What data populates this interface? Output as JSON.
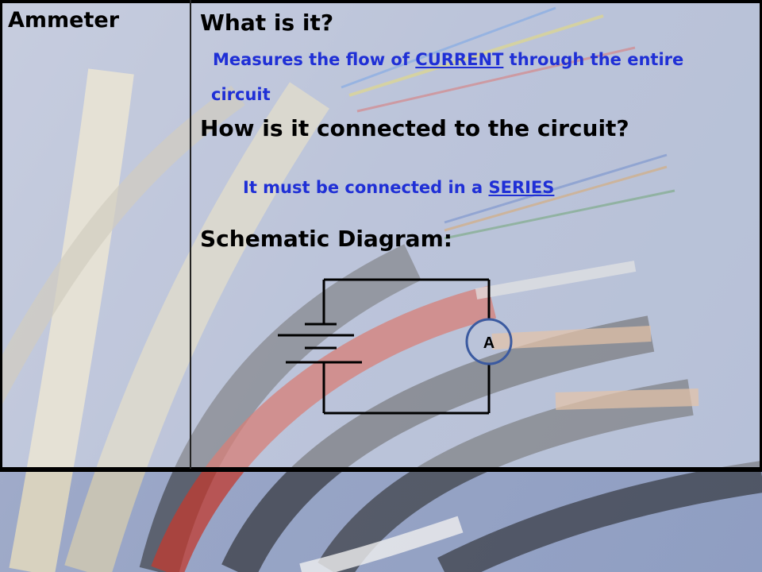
{
  "row_label": "Ammeter",
  "question1": "What is it?",
  "answer1": {
    "before": "Measures the flow of ",
    "keyword": "CURRENT",
    "after": " through the entire",
    "line2": "circuit"
  },
  "question2": "How is it connected to the circuit?",
  "answer2": {
    "before": "It must be connected in a ",
    "keyword": "SERIES"
  },
  "section_title": "Schematic  Diagram:",
  "meter_symbol": "A",
  "colors": {
    "answer_text": "#1f2fd6",
    "meter_ring": "#3b5aa0",
    "wire": "#000000"
  }
}
